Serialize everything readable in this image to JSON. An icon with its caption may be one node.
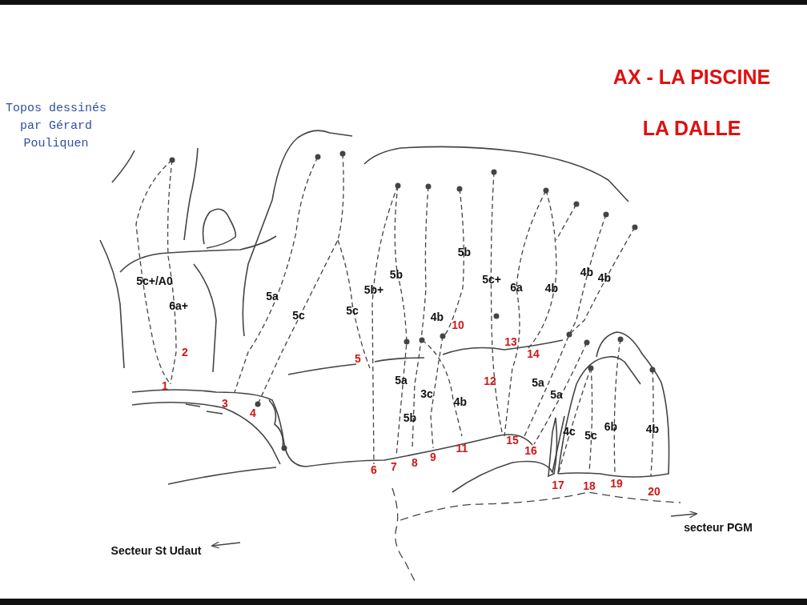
{
  "diagram": {
    "title": "AX - LA PISCINE",
    "labels": [
      "LA DALLE",
      "Topos dessinés par Gérard Pouliquen",
      "5b",
      "4b",
      "5b",
      "4b",
      "5c+",
      "5c+/A0",
      "6a",
      "4b",
      "5b+",
      "5a",
      "6a+",
      "5c",
      "5c",
      "4b",
      "10",
      "13",
      "2",
      "14",
      "5",
      "5a",
      "12",
      "5a",
      "1",
      "3c",
      "5a",
      "4b",
      "3",
      "4",
      "5b",
      "6b",
      "4c",
      "4b",
      "5c",
      "15",
      "11",
      "16",
      "9",
      "8",
      "7",
      "6",
      "17",
      "18",
      "19",
      "20",
      "secteur PGM",
      "Secteur St Udaut"
    ]
  }
}
